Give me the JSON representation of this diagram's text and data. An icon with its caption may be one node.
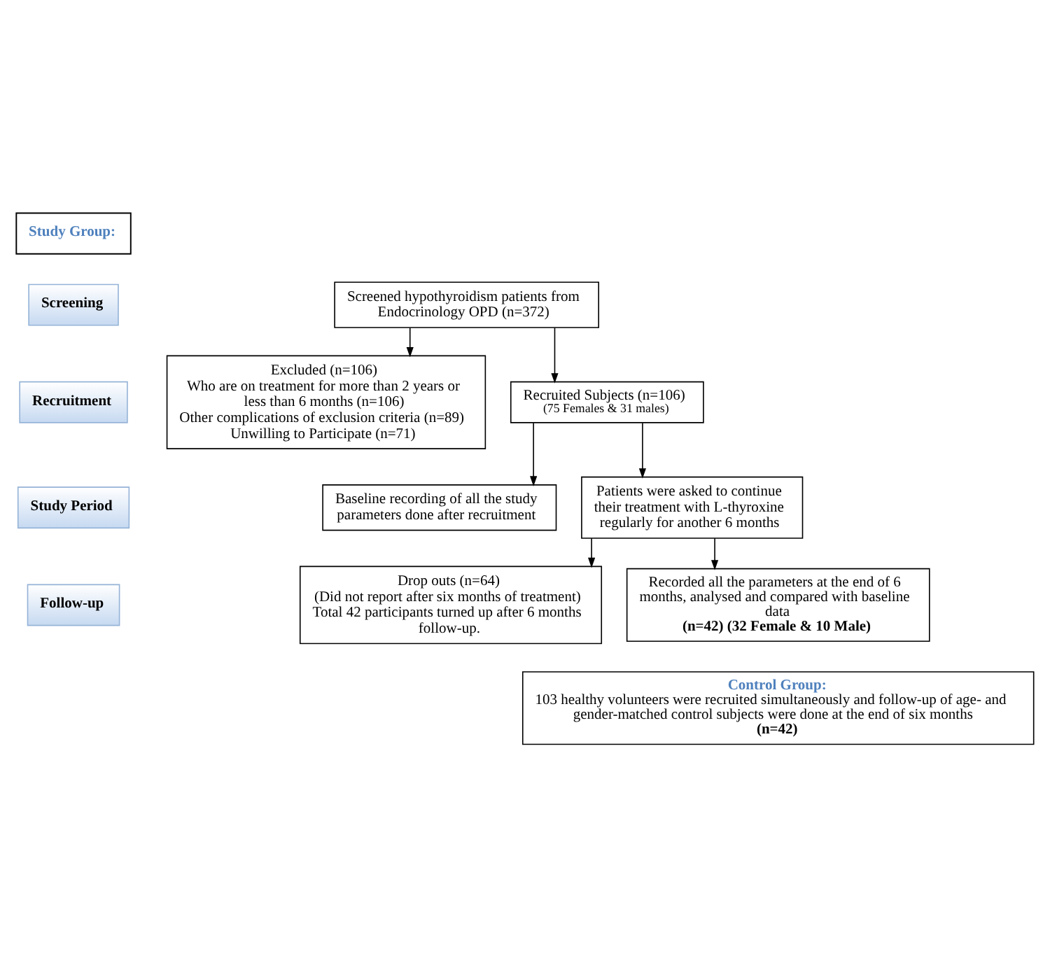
{
  "diagram": {
    "nodes": [
      {
        "text": [
          "Study Group:"
        ]
      },
      {
        "text": [
          "Screening"
        ]
      },
      {
        "text": [
          "Screened hypothyroidism patients from Endocrinology OPD (n=372)"
        ]
      },
      {
        "text": [
          "Excluded (n=106)",
          "Who are on treatment for more than 2 years or less than 6 months (n=106)",
          "Other complications of exclusion criteria (n=89)",
          "Unwilling to Participate (n=71)"
        ]
      },
      {
        "text": [
          "Recruitment"
        ]
      },
      {
        "text": [
          "Recruited Subjects (n=106)",
          "(75 Females & 31 males)"
        ]
      },
      {
        "text": [
          "Baseline recording of all the study parameters done after recruitment"
        ]
      },
      {
        "text": [
          "Study Period"
        ]
      },
      {
        "text": [
          "Patients were asked to continue their treatment with L-thyroxine regularly for another 6 months"
        ]
      },
      {
        "text": [
          "Drop outs (n=64)",
          "(Did not report after six months of treatment)",
          "Total 42 participants turned up after 6 months follow-up."
        ]
      },
      {
        "text": [
          "Follow-up"
        ]
      },
      {
        "text": [
          "Recorded all the parameters at the end of 6 months, analysed and compared with baseline data",
          "(n=42) (32 Female & 10 Male)"
        ]
      },
      {
        "text": [
          "Control Group:",
          "103 healthy volunteers were recruited simultaneously and follow-up of age- and gender-matched control subjects were done at the end of six months",
          "(n=42)"
        ]
      }
    ],
    "edges": [
      {
        "from": 2,
        "to": 5,
        "arrow": "to"
      },
      {
        "from": 2,
        "to": 3,
        "arrow": "to"
      },
      {
        "from": 5,
        "to": 8,
        "arrow": "to"
      },
      {
        "from": 5,
        "to": 6,
        "arrow": "to"
      },
      {
        "from": 8,
        "to": 11,
        "arrow": "to"
      },
      {
        "from": 8,
        "to": 9,
        "arrow": "to"
      }
    ]
  }
}
